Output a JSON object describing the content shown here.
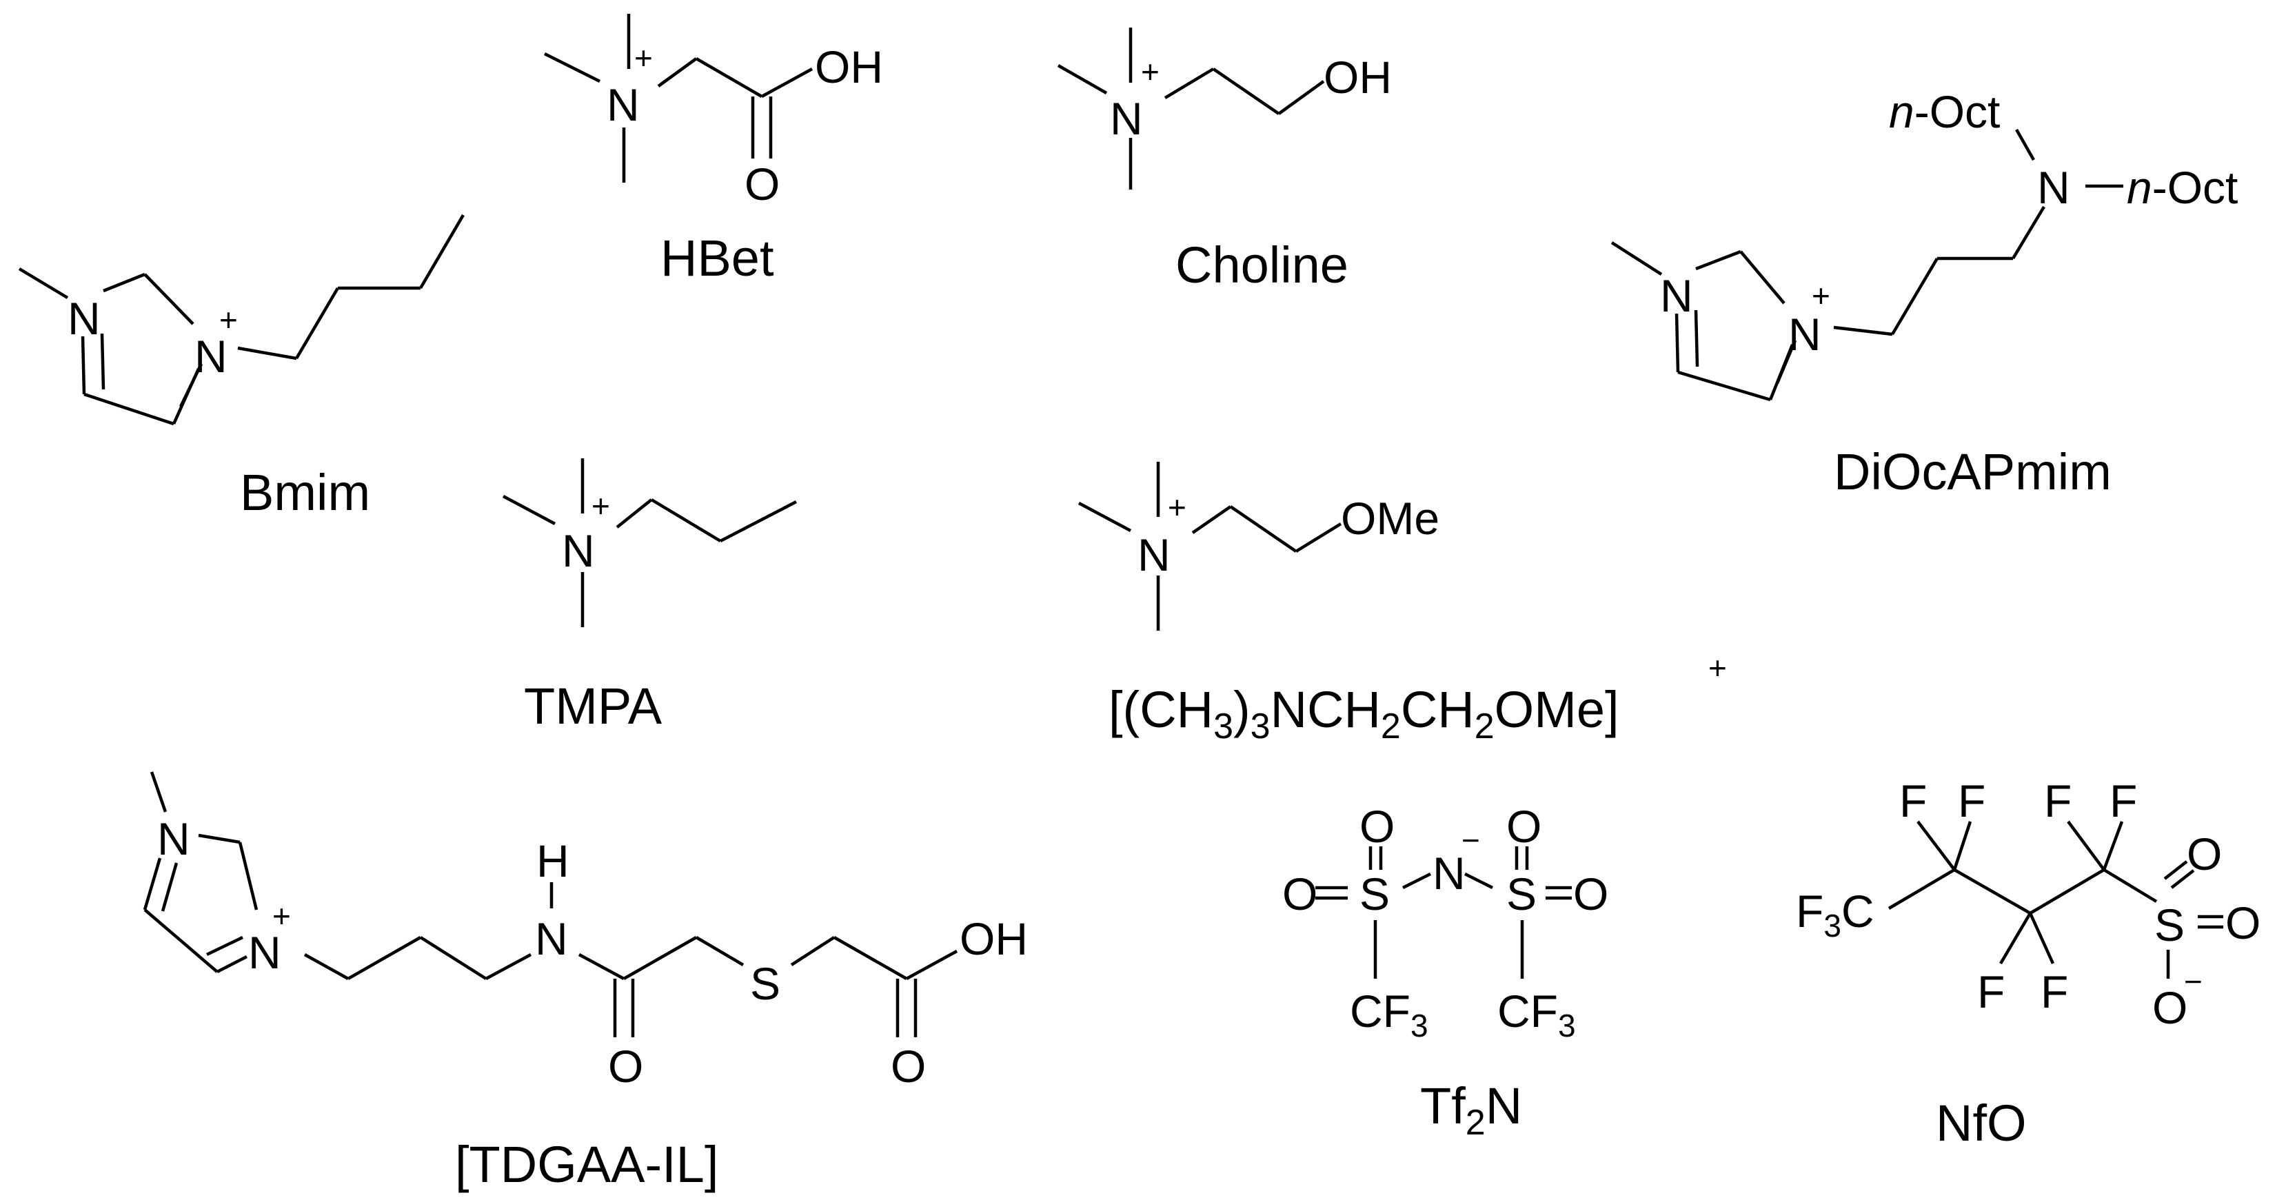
{
  "labels": {
    "bmim": "Bmim",
    "hbet": "HBet",
    "choline": "Choline",
    "diocapmim": "DiOcAPmim",
    "tmpa": "TMPA",
    "methoxy_prefix": "[(CH",
    "methoxy_sub1": "3",
    "methoxy_mid1": ")",
    "methoxy_sub2": "3",
    "methoxy_mid2": "NCH",
    "methoxy_sub3": "2",
    "methoxy_mid3": "CH",
    "methoxy_sub4": "2",
    "methoxy_suffix": "OMe]",
    "methoxy_charge": "+",
    "tdgaa": "[TDGAA-IL]",
    "tf2n_main": "Tf",
    "tf2n_sub": "2",
    "tf2n_end": "N",
    "nfo": "NfO"
  },
  "atoms": {
    "N": "N",
    "O": "O",
    "OH": "OH",
    "OMe": "OMe",
    "S": "S",
    "F": "F",
    "H": "H",
    "CF": "CF",
    "three": "3",
    "F3C_F": "F",
    "F3C_C": "C",
    "plus": "+",
    "minus": "−",
    "n_oct_n": "n",
    "n_oct_rest": "-Oct"
  }
}
